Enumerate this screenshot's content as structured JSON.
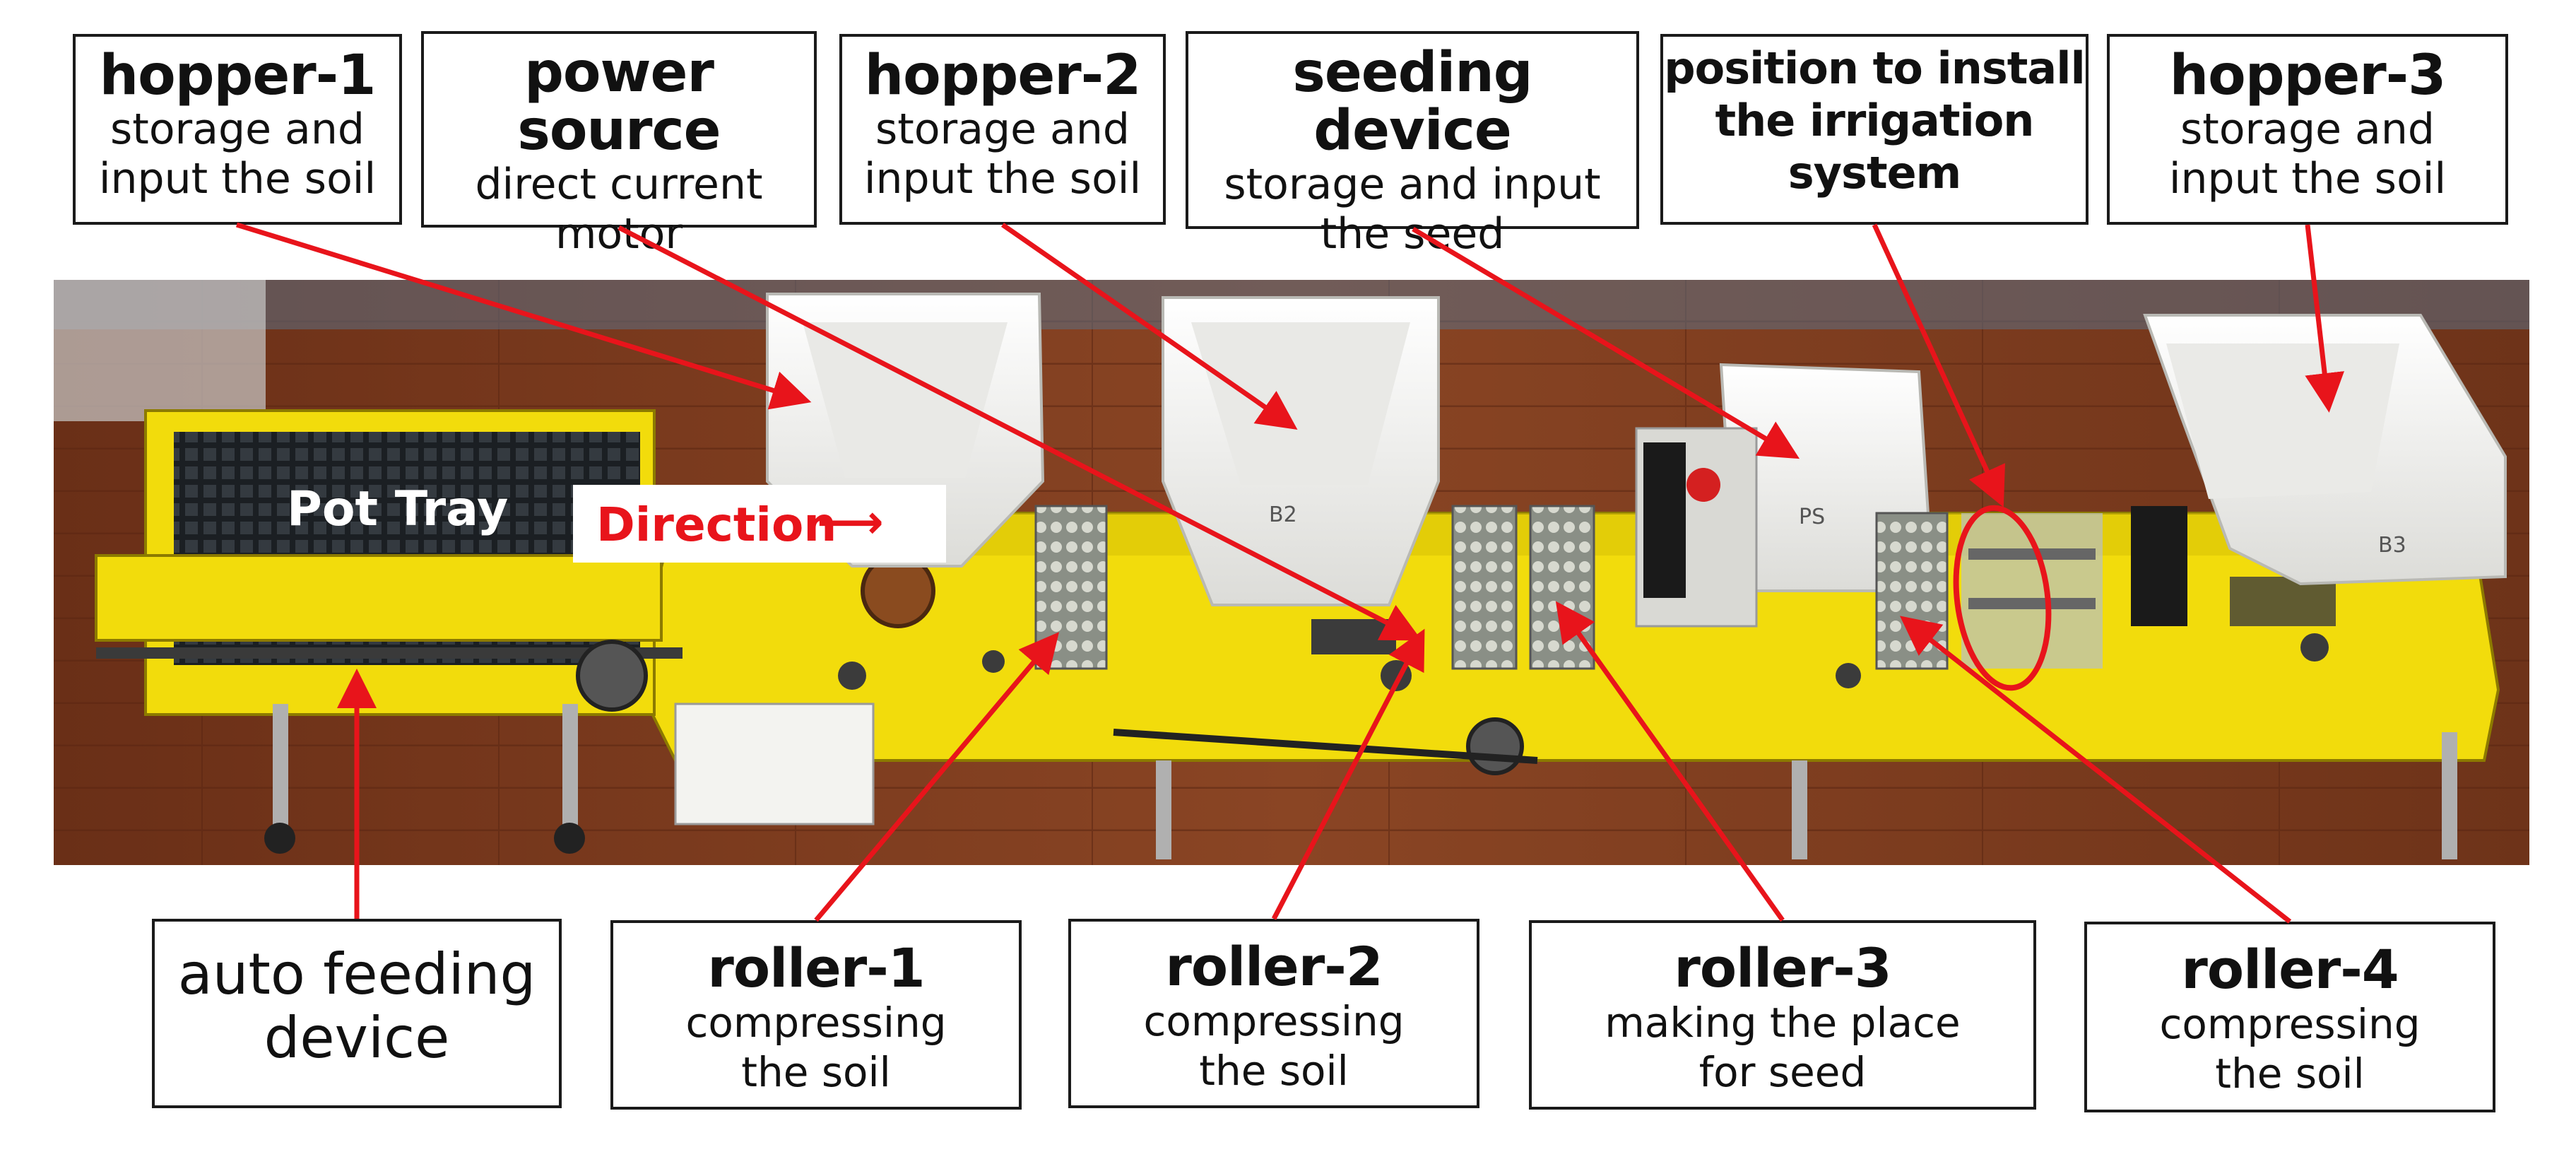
{
  "top_labels": [
    {
      "title": "hopper-1",
      "subtitle_lines": [
        "storage and",
        "input the soil"
      ]
    },
    {
      "title": "power source",
      "subtitle_lines": [
        "direct current",
        "motor"
      ]
    },
    {
      "title": "hopper-2",
      "subtitle_lines": [
        "storage and",
        "input the soil"
      ]
    },
    {
      "title": "seeding device",
      "subtitle_lines": [
        "storage and input",
        "the seed"
      ]
    },
    {
      "title_lines": [
        "position to install",
        "the irrigation",
        "system"
      ]
    },
    {
      "title": "hopper-3",
      "subtitle_lines": [
        "storage and",
        "input the soil"
      ]
    }
  ],
  "bottom_labels": [
    {
      "title_lines": [
        "auto feeding",
        "device"
      ]
    },
    {
      "title": "roller-1",
      "subtitle_lines": [
        "compressing",
        "the soil"
      ]
    },
    {
      "title": "roller-2",
      "subtitle_lines": [
        "compressing",
        "the soil"
      ]
    },
    {
      "title": "roller-3",
      "subtitle_lines": [
        "making the place",
        "for seed"
      ]
    },
    {
      "title": "roller-4",
      "subtitle_lines": [
        "compressing",
        "the soil"
      ]
    }
  ],
  "photo": {
    "pot_tray_label": "Pot Tray",
    "direction_label": "Direction",
    "hopper_marks": [
      "B2",
      "PS",
      "B3"
    ]
  },
  "colors": {
    "arrow": "#e8141b",
    "machine_frame": "#f2dc0c",
    "hopper": "#f7f7f5",
    "floor": "#7a3a1e",
    "tray": "#1e2226",
    "label_border": "#1a1a1a"
  }
}
